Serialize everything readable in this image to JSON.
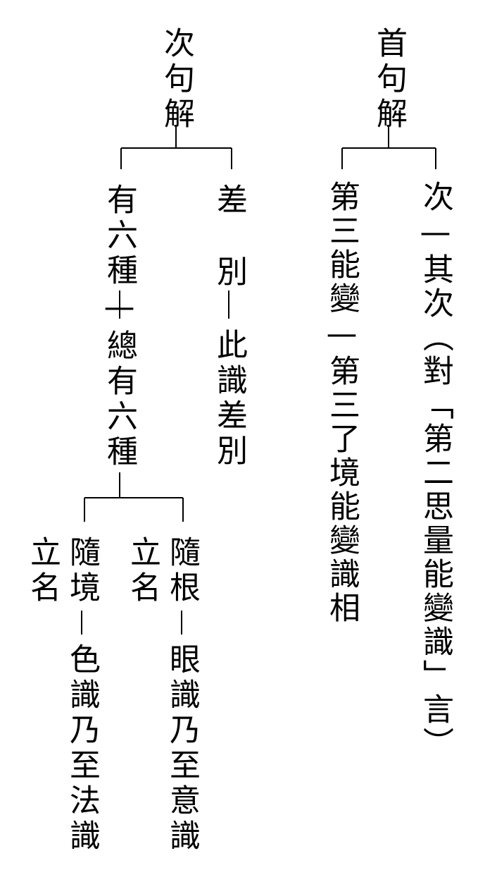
{
  "root_a": {
    "label": "首句解"
  },
  "root_a_next": {
    "label": "次—其次（對「第二思量能變識」言）"
  },
  "root_a_third": {
    "label": "第三能變—第三了境能變識相"
  },
  "root_b": {
    "label": "次句解"
  },
  "root_b_diff": {
    "label_top": "差",
    "label_bottom": "別",
    "detail": "此識差別"
  },
  "root_b_six": {
    "label": "有六種—總有六種"
  },
  "branch_root": {
    "label_top": "隨根",
    "label_bottom": "立名",
    "detail": "眼識乃至意識"
  },
  "branch_object": {
    "label_top": "隨境",
    "label_bottom": "立名",
    "detail": "色識乃至法識"
  }
}
